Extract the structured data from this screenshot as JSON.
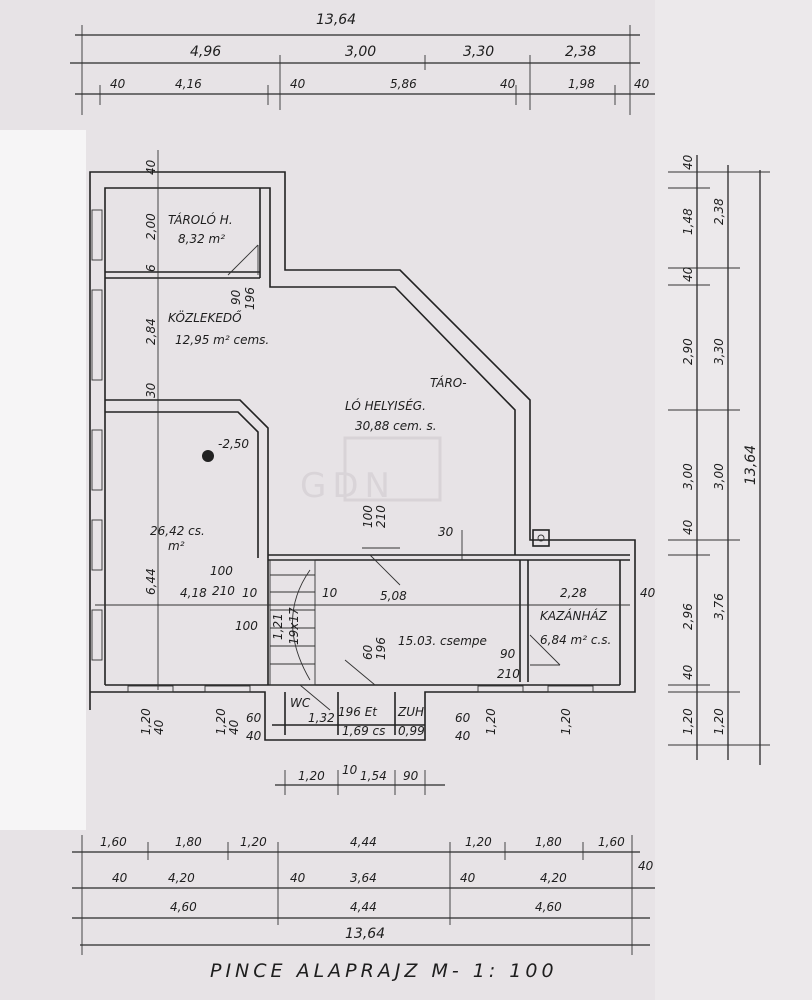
{
  "title": "PINCE  ALAPRAJZ   M- 1: 100",
  "watermark": "GDN",
  "top_dims": {
    "total": "13,64",
    "row2": [
      "4,96",
      "3,00",
      "3,30",
      "2,38"
    ],
    "row3": [
      "40",
      "4,16",
      "40",
      "5,86",
      "40",
      "1,98",
      "40"
    ]
  },
  "right_dims": {
    "col1": [
      "40",
      "1,48",
      "40",
      "2,90",
      "3,00",
      "40",
      "2,96",
      "40",
      "1,20"
    ],
    "col2": [
      "2,38",
      "3,30",
      "3,00",
      "3,76",
      "1,20"
    ],
    "total": "13,64"
  },
  "bottom_dims": {
    "row1": [
      "1,60",
      "1,80",
      "1,20",
      "4,44",
      "1,20",
      "1,80",
      "1,60"
    ],
    "row2": [
      "40",
      "4,20",
      "40",
      "3,64",
      "40",
      "4,20",
      "40"
    ],
    "row3": [
      "4,60",
      "4,44",
      "4,60"
    ],
    "total": "13,64",
    "wc_row": [
      "1,20",
      "10",
      "1,54",
      "90"
    ]
  },
  "rooms": {
    "taroló_name": "TÁROLÓ H.",
    "taroló_area": "8,32 m²",
    "kozl_name": "KÖZLEKEDŐ",
    "kozl_area": "12,95 m² cems.",
    "tarolo2_name1": "TÁRO-",
    "tarolo2_name2": "LÓ HELYISÉG.",
    "tarolo2_area": "30,88 cem. s.",
    "main_area": "26,42 cs.",
    "main_unit": "m²",
    "center_area": "15.03. csempe",
    "kazan_name": "KAZÁNHÁZ",
    "kazan_area": "6,84 m² c.s.",
    "wc_name": "WC",
    "wc_area": "1,32",
    "et_name": "196 Et",
    "et_area": "1,69 cs",
    "zuh_name": "ZUH",
    "zuh_area": "0,99"
  },
  "misc": {
    "level": "-2,50",
    "d_40": "40",
    "d_200": "2,00",
    "d_6": "6",
    "d_284": "2,84",
    "d_30": "30",
    "door1_w": "90",
    "door1_h": "196",
    "d_644": "6,44",
    "d_100a": "100",
    "d_418": "4,18",
    "d_210a": "210",
    "d_10a": "10",
    "d_100b": "100",
    "d_121": "1,21",
    "d_stair": "19x17",
    "d_10b": "10",
    "d_508": "5,08",
    "d_100c": "100",
    "d_210b": "210",
    "d_30b": "30",
    "d_60": "60",
    "d_196": "196",
    "d_90": "90",
    "d_210c": "210",
    "d_228": "2,28",
    "d_40r": "40",
    "win": "1,20",
    "win_h": "40",
    "d_60b": "60",
    "d_40b": "40"
  }
}
